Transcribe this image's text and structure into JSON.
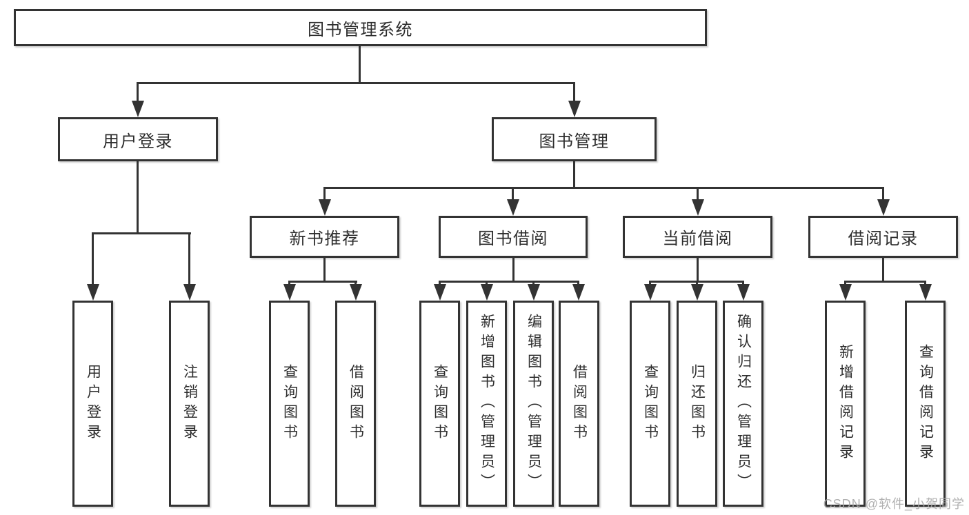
{
  "colors": {
    "line": "#333333",
    "box_border": "#333333",
    "text": "#2d2d2d",
    "watermark": "#a8a8a8",
    "background": "#ffffff"
  },
  "root": {
    "label": "图书管理系统"
  },
  "user_login": {
    "label": "用户登录",
    "children": [
      {
        "label": "用户登录"
      },
      {
        "label": "注销登录"
      }
    ]
  },
  "book_management": {
    "label": "图书管理",
    "children": [
      {
        "label": "新书推荐",
        "children": [
          {
            "label": "查询图书"
          },
          {
            "label": "借阅图书"
          }
        ]
      },
      {
        "label": "图书借阅",
        "children": [
          {
            "label": "查询图书"
          },
          {
            "label": "新增图书（管理员）"
          },
          {
            "label": "编辑图书（管理员）"
          },
          {
            "label": "借阅图书"
          }
        ]
      },
      {
        "label": "当前借阅",
        "children": [
          {
            "label": "查询图书"
          },
          {
            "label": "归还图书"
          },
          {
            "label": "确认归还（管理员）"
          }
        ]
      },
      {
        "label": "借阅记录",
        "children": [
          {
            "label": "新增借阅记录"
          },
          {
            "label": "查询借阅记录"
          }
        ]
      }
    ]
  },
  "watermark": "CSDN @软件_小贺同学"
}
